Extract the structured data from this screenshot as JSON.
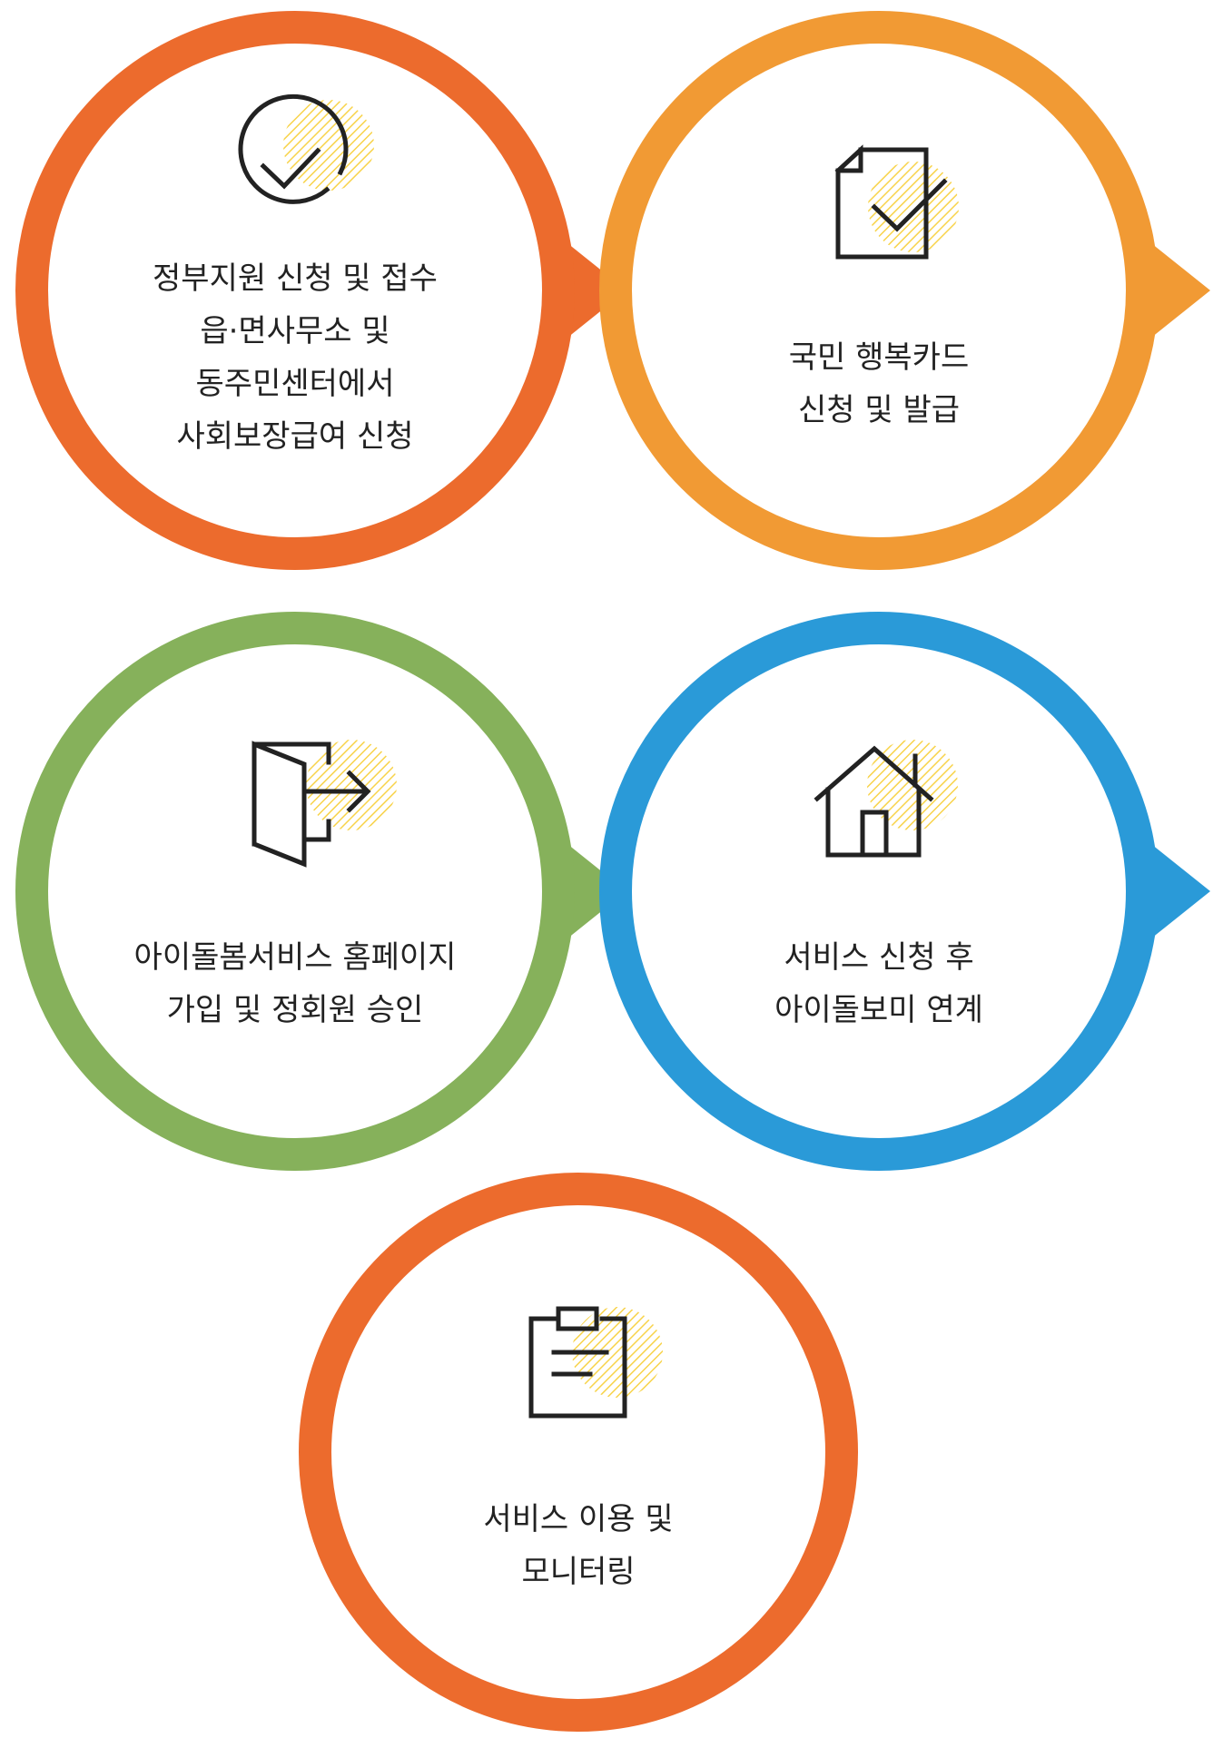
{
  "colors": {
    "step1": "#EC6B2D",
    "step2": "#F19A34",
    "step3": "#86B15B",
    "step4": "#2A9AD8",
    "step5": "#EC6B2D",
    "icon_stroke": "#222222",
    "icon_accent": "#F8D34A"
  },
  "steps": [
    {
      "icon": "check-circle-icon",
      "lines": [
        "정부지원 신청 및 접수",
        "읍·면사무소 및",
        "동주민센터에서",
        "사회보장급여 신청"
      ]
    },
    {
      "icon": "document-check-icon",
      "lines": [
        "국민 행복카드",
        "신청 및 발급"
      ]
    },
    {
      "icon": "door-enter-icon",
      "lines": [
        "아이돌봄서비스 홈페이지",
        "가입 및 정회원 승인"
      ]
    },
    {
      "icon": "house-icon",
      "lines": [
        "서비스 신청 후",
        "아이돌보미 연계"
      ]
    },
    {
      "icon": "clipboard-icon",
      "lines": [
        "서비스 이용 및",
        "모니터링"
      ]
    }
  ]
}
